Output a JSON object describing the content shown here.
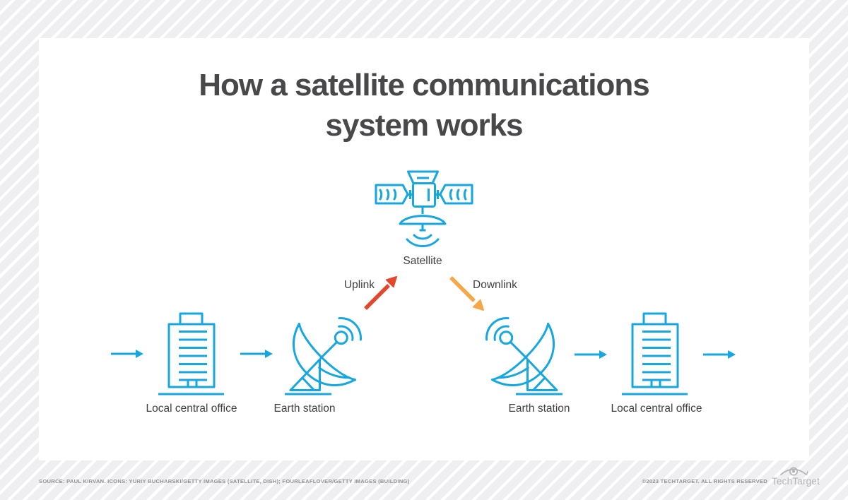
{
  "title": {
    "line1": "How a satellite communications",
    "line2": "system works"
  },
  "satellite": {
    "label": "Satellite",
    "icon": "satellite-icon"
  },
  "links": {
    "uplink": {
      "label": "Uplink",
      "color": "#e4482c",
      "icon": "up-right-arrow-icon"
    },
    "downlink": {
      "label": "Downlink",
      "color": "#f6a747",
      "icon": "down-right-arrow-icon"
    }
  },
  "nodes": [
    {
      "id": "local-central-office-left",
      "label": "Local central office",
      "icon": "office-building-icon"
    },
    {
      "id": "earth-station-left",
      "label": "Earth station",
      "icon": "satellite-dish-icon"
    },
    {
      "id": "earth-station-right",
      "label": "Earth station",
      "icon": "satellite-dish-icon"
    },
    {
      "id": "local-central-office-right",
      "label": "Local central office",
      "icon": "office-building-icon"
    }
  ],
  "icons": {
    "flow_arrow": "right-arrow-icon",
    "brand_mark": "techtarget-eye-icon"
  },
  "colors": {
    "accent_blue": "#16a6e0",
    "uplink_red": "#e4482c",
    "downlink_orange": "#f6a747",
    "title_text": "#48484a",
    "label_text": "#3f3f40",
    "footer_text": "#919195",
    "logo_gray": "#b3b3b5",
    "stripe_gray": "#efeff1",
    "card_white": "#ffffff"
  },
  "footer": {
    "source": "SOURCE: PAUL KIRVAN. ICONS: YURIY BUCHARSKI/GETTY IMAGES (SATELLITE, DISH); FOURLEAFLOVER/GETTY IMAGES (BUILDING)",
    "copyright": "©2023 TECHTARGET. ALL RIGHTS RESERVED",
    "brand": "TechTarget"
  }
}
